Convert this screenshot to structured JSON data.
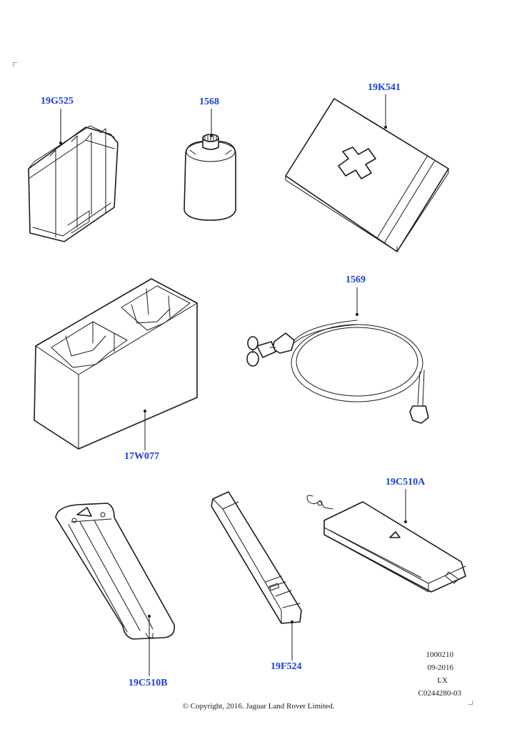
{
  "colors": {
    "label": "#1a3fd6",
    "line": "#1a1a1a"
  },
  "callouts": [
    {
      "id": "19g525",
      "text": "19G525"
    },
    {
      "id": "1568",
      "text": "1568"
    },
    {
      "id": "19k541",
      "text": "19K541"
    },
    {
      "id": "1569",
      "text": "1569"
    },
    {
      "id": "17w077",
      "text": "17W077"
    },
    {
      "id": "19c510a",
      "text": "19C510A"
    },
    {
      "id": "19f524",
      "text": "19F524"
    },
    {
      "id": "19c510b",
      "text": "19C510B"
    }
  ],
  "meta": {
    "number": "1000210",
    "date": "09-2016",
    "model": "LX",
    "code": "C0244280-03"
  },
  "copyright": "© Copyright, 2016. Jaguar Land Rover Limited."
}
